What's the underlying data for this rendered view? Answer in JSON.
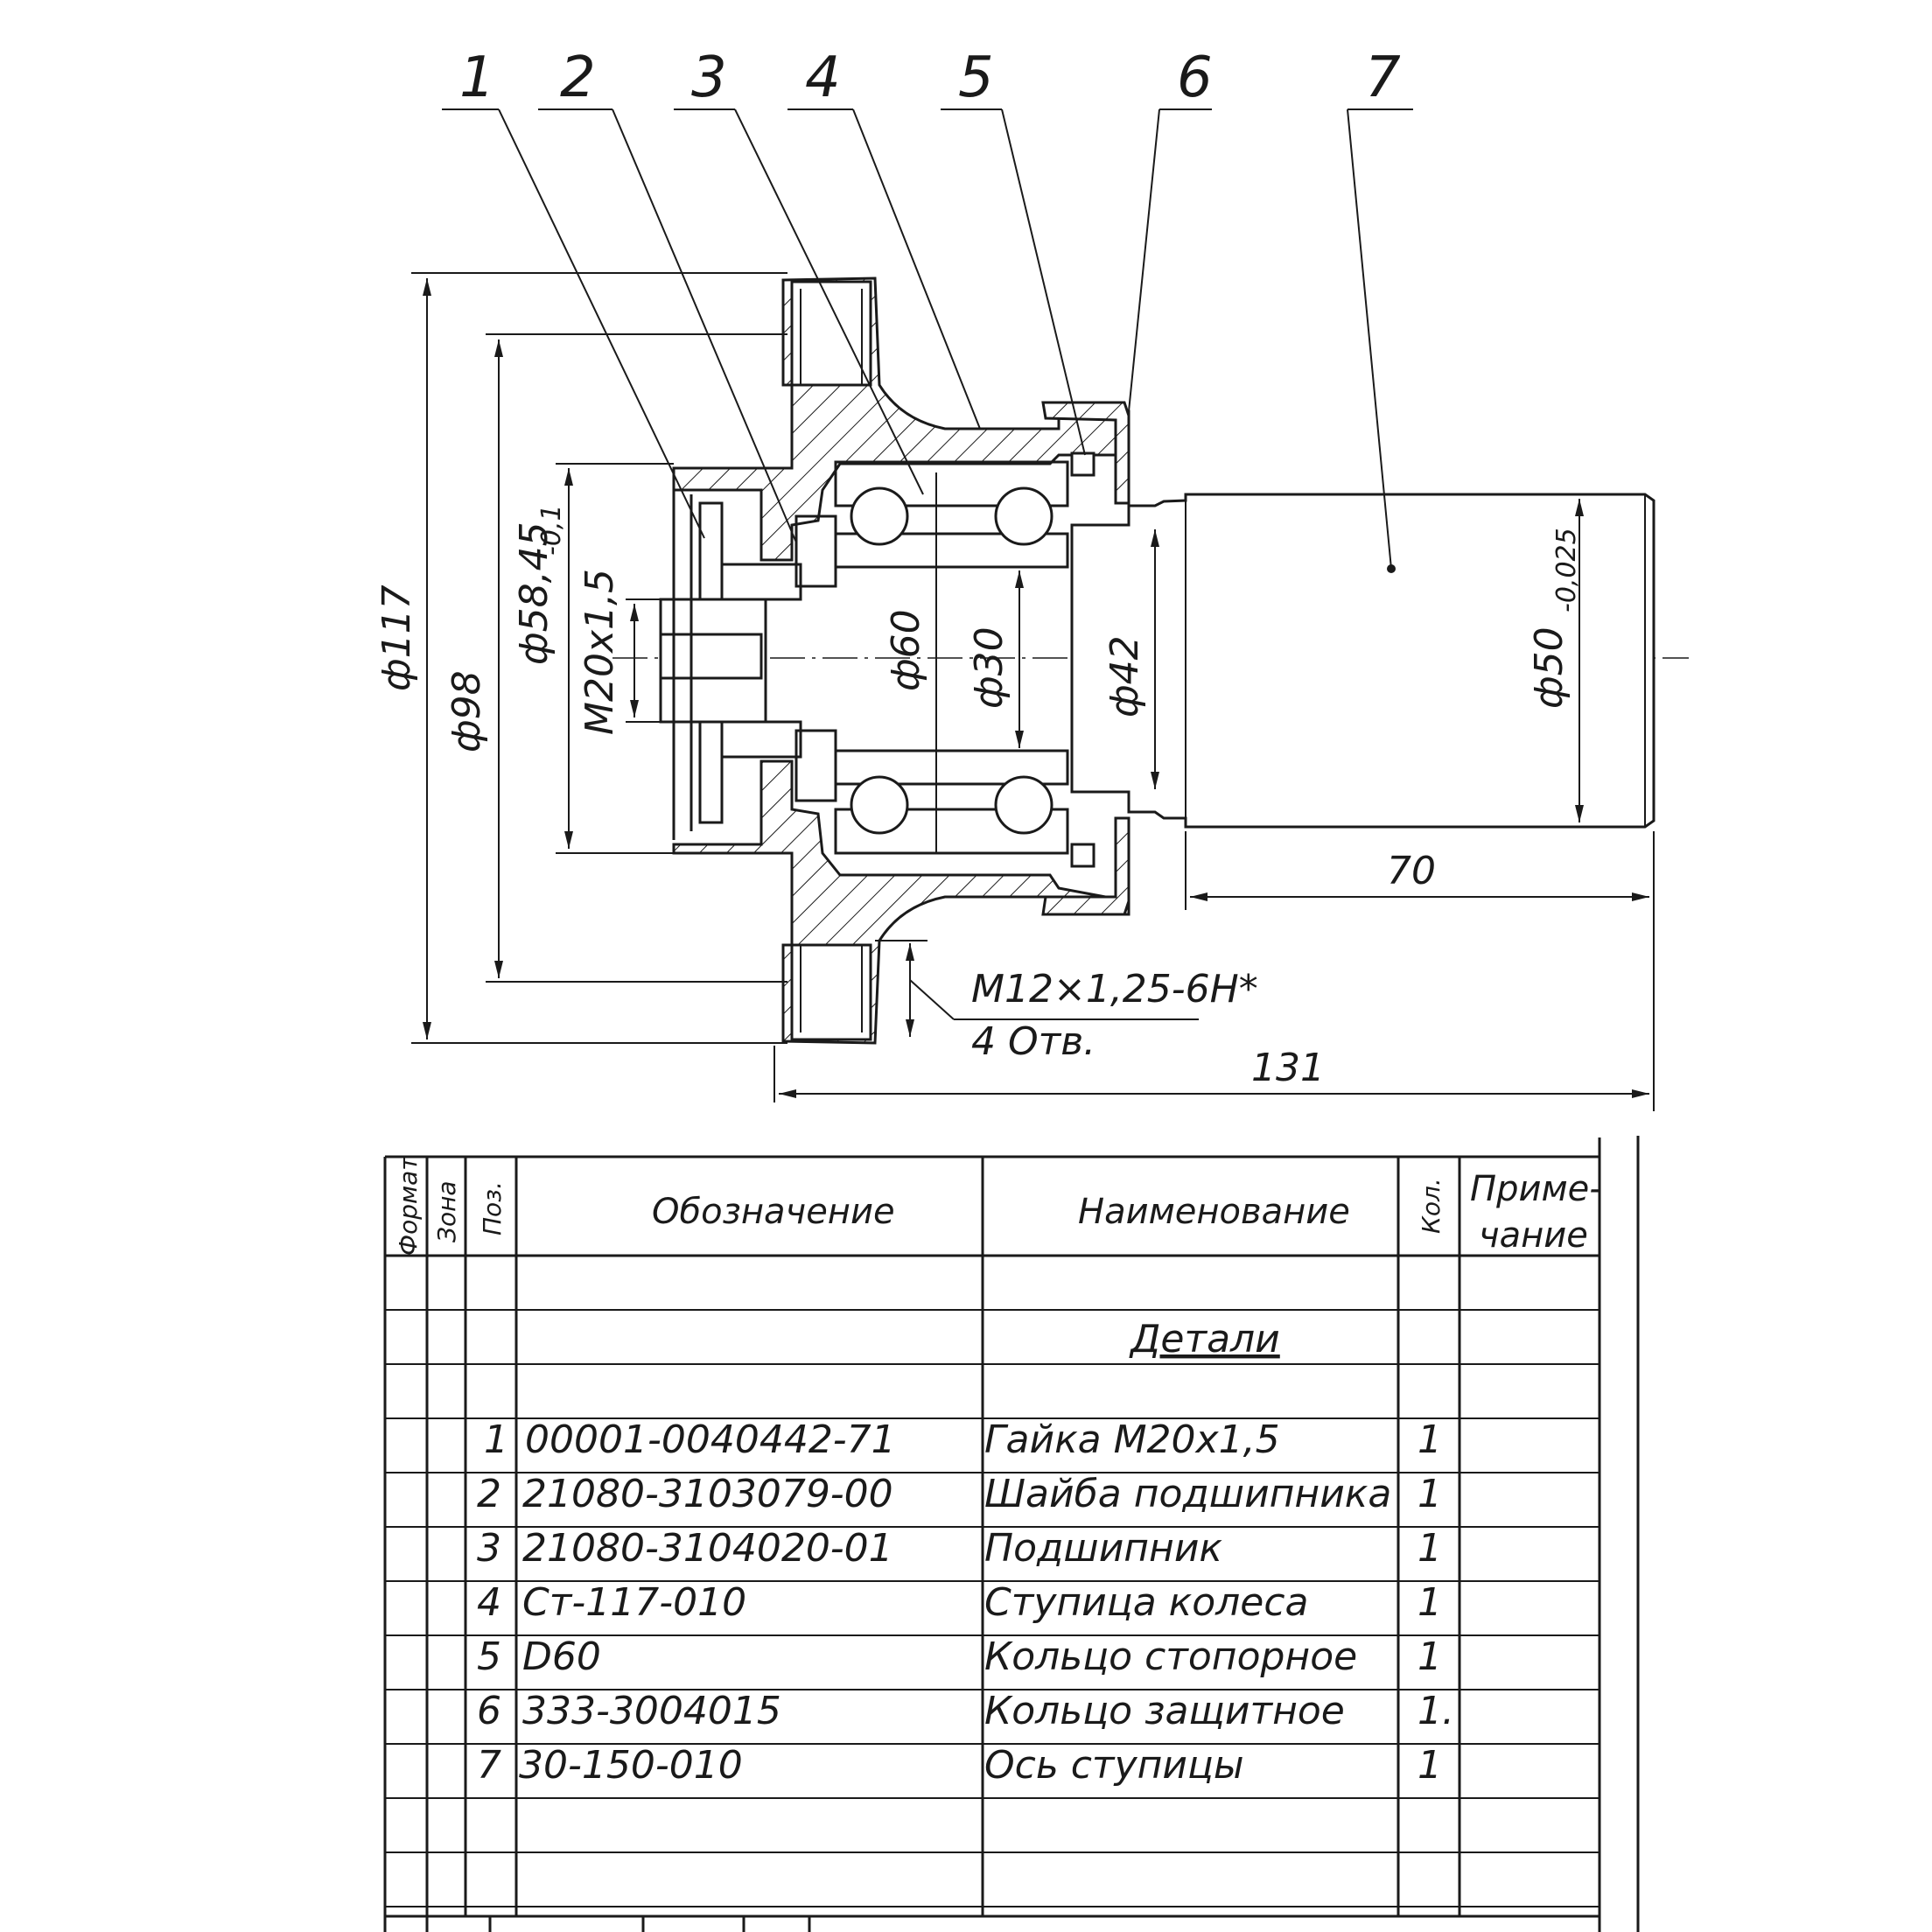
{
  "drawing": {
    "position_labels": [
      "1",
      "2",
      "3",
      "4",
      "5",
      "6",
      "7"
    ],
    "dimensions": {
      "d117": "ф117",
      "d98": "ф98",
      "d58": "ф58,45",
      "d58_tol": "-0,1",
      "m20": "M20x1,5",
      "d60": "ф60",
      "d30": "ф30",
      "d42": "ф42",
      "d50": "ф50",
      "d50_tol": "-0,025",
      "len70": "70",
      "len131": "131",
      "thread": "M12×1,25-6H*",
      "holes": "4 Отв."
    }
  },
  "spec_table": {
    "headers": {
      "format": "Формат",
      "zone": "Зона",
      "pos": "Поз.",
      "designation": "Обозначение",
      "name": "Наименование",
      "qty": "Кол.",
      "note_line1": "Приме-",
      "note_line2": "чание"
    },
    "section_title": "Детали",
    "rows": [
      {
        "pos": "1",
        "designation": "00001-0040442-71",
        "name": "Гайка М20х1,5",
        "qty": "1"
      },
      {
        "pos": "2",
        "designation": "21080-3103079-00",
        "name": "Шайба подшипника",
        "qty": "1"
      },
      {
        "pos": "3",
        "designation": "21080-3104020-01",
        "name": "Подшипник",
        "qty": "1"
      },
      {
        "pos": "4",
        "designation": "Ст-117-010",
        "name": "Ступица  колеса",
        "qty": "1"
      },
      {
        "pos": "5",
        "designation": "D60",
        "name": "Кольцо стопорное",
        "qty": "1"
      },
      {
        "pos": "6",
        "designation": "333-3004015",
        "name": "Кольцо защитное",
        "qty": "1."
      },
      {
        "pos": "7",
        "designation": "30-150-010",
        "name": "Ось ступицы",
        "qty": "1"
      }
    ]
  }
}
